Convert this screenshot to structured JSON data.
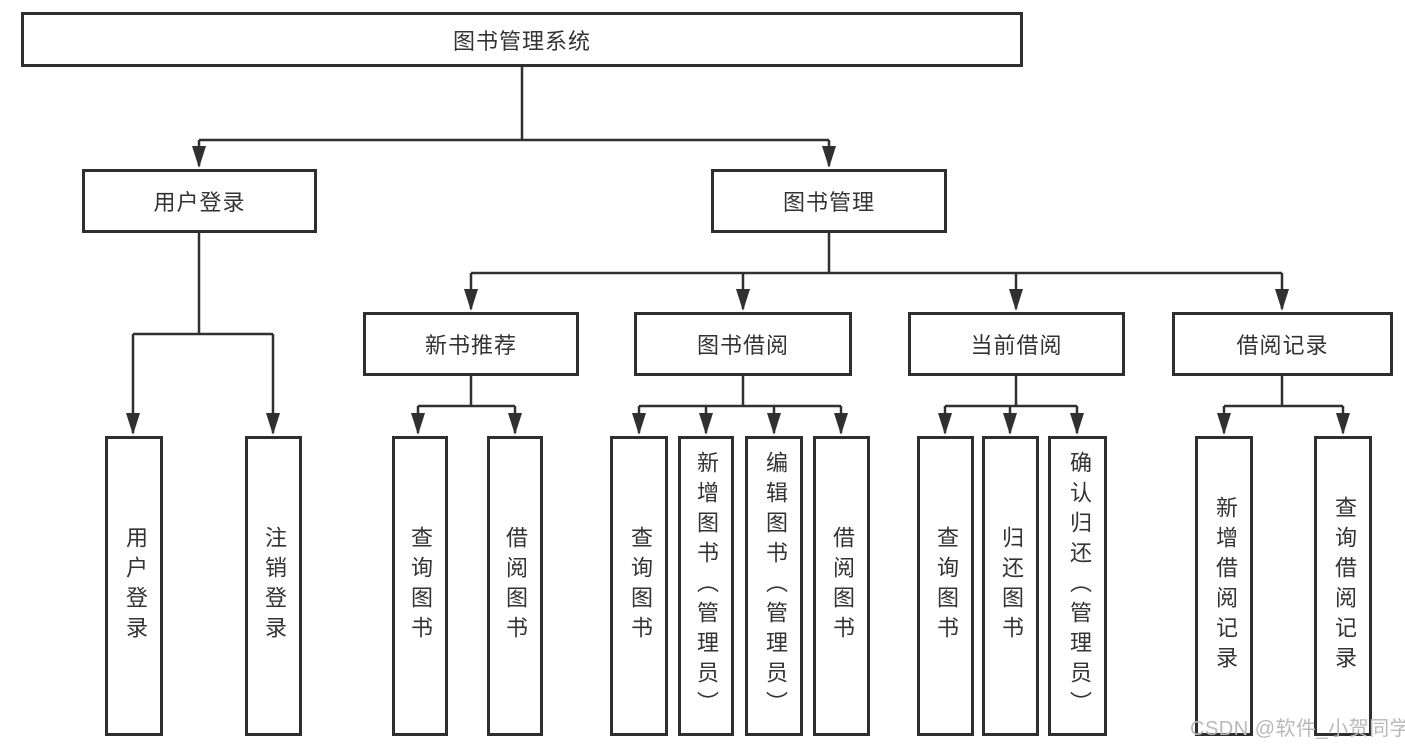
{
  "tree": {
    "root": "图书管理系统",
    "login_branch": {
      "label": "用户登录",
      "children": [
        "用户登录",
        "注销登录"
      ]
    },
    "mgmt_branch": {
      "label": "图书管理",
      "modules": [
        {
          "label": "新书推荐",
          "children": [
            "查询图书",
            "借阅图书"
          ]
        },
        {
          "label": "图书借阅",
          "children": [
            "查询图书",
            "新增图书（管理员）",
            "编辑图书（管理员）",
            "借阅图书"
          ]
        },
        {
          "label": "当前借阅",
          "children": [
            "查询图书",
            "归还图书",
            "确认归还（管理员）"
          ]
        },
        {
          "label": "借阅记录",
          "children": [
            "新增借阅记录",
            "查询借阅记录"
          ]
        }
      ]
    }
  },
  "watermark": "CSDN @软件_小贺同学",
  "colors": {
    "line": "#303030",
    "box_border": "#2e2e2e",
    "text": "#333333",
    "watermark": "#b9b9b9",
    "background": "#ffffff"
  }
}
